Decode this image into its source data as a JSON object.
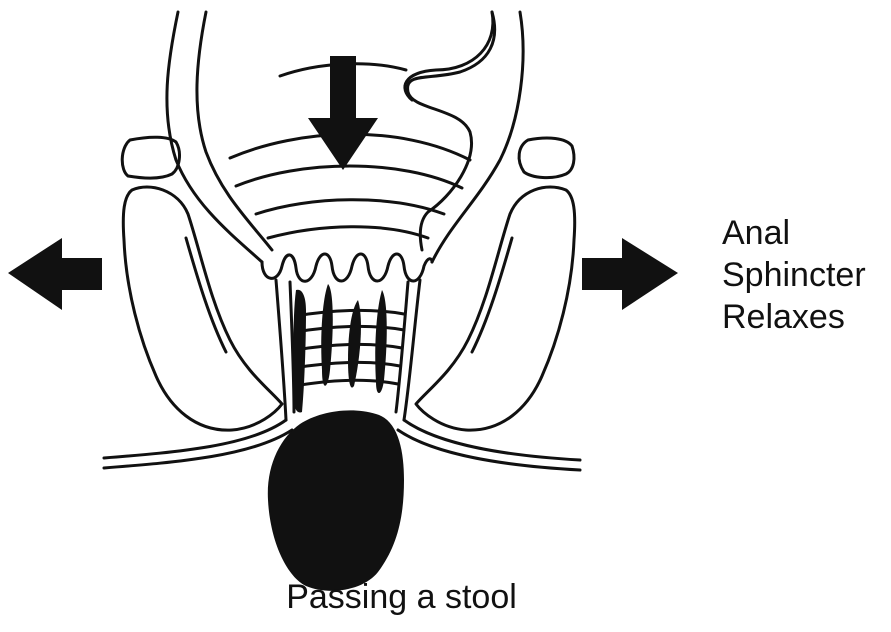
{
  "side_label": {
    "lines": [
      "Anal",
      "Sphincter",
      "Relaxes"
    ]
  },
  "caption": "Passing a stool",
  "colors": {
    "ink": "#111111",
    "background": "#ffffff"
  },
  "icons": {
    "down_arrow": "arrow-down-icon",
    "left_arrow": "arrow-left-icon",
    "right_arrow": "arrow-right-icon"
  }
}
